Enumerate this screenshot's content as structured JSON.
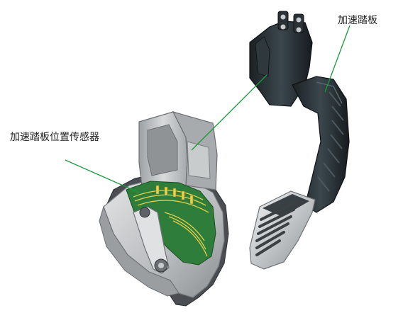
{
  "labels": {
    "pedal": "加速踏板",
    "sensor": "加速踏板位置传感器"
  },
  "colors": {
    "leader_line": "#1a9a3c",
    "pedal_body": "#232a2e",
    "pedal_highlight": "#3a464c",
    "pad_silver": "#c9ccce",
    "housing_grey": "#b9bcbe",
    "housing_dark": "#6e7275",
    "pcb_green": "#2e7d3a",
    "trace_yellow": "#e8d44d"
  },
  "icons": [
    "pedal-illustration",
    "sensor-cutaway-illustration"
  ]
}
